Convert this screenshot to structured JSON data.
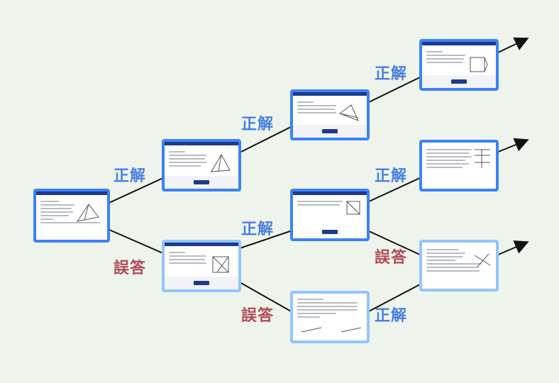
{
  "colors": {
    "correct": "#4a7fe0",
    "wrong": "#b04a56",
    "card_border": "#3b82f6",
    "card_border_light": "#93c5fd",
    "header": "#1e3a8a",
    "background": "#eef4ec"
  },
  "labels": {
    "a": "正解",
    "b": "誤答",
    "c": "正解",
    "d": "正解",
    "e": "誤答",
    "f": "正解",
    "g": "正解",
    "h": "誤答",
    "i": "正解"
  }
}
